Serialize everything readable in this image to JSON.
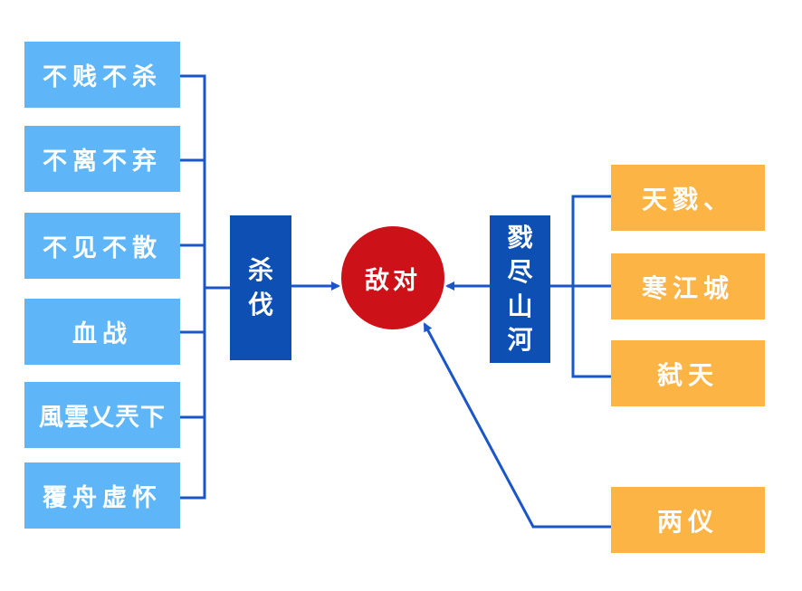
{
  "center": {
    "label": "敌对"
  },
  "left_group": {
    "label": "杀伐",
    "items": [
      "不贱不杀",
      "不离不弃",
      "不见不散",
      "血战",
      "風雲乂兲下",
      "覆舟虚怀"
    ]
  },
  "right_group": {
    "label": "戮尽山河",
    "items": [
      "天戮、",
      "寒江城",
      "弑天"
    ]
  },
  "standalone": {
    "label": "两仪"
  },
  "colors": {
    "left_boxes": "#5eb6f8",
    "right_boxes": "#fcb445",
    "group_boxes": "#0d4fb3",
    "center": "#cc1218",
    "lines": "#1a56c8"
  }
}
